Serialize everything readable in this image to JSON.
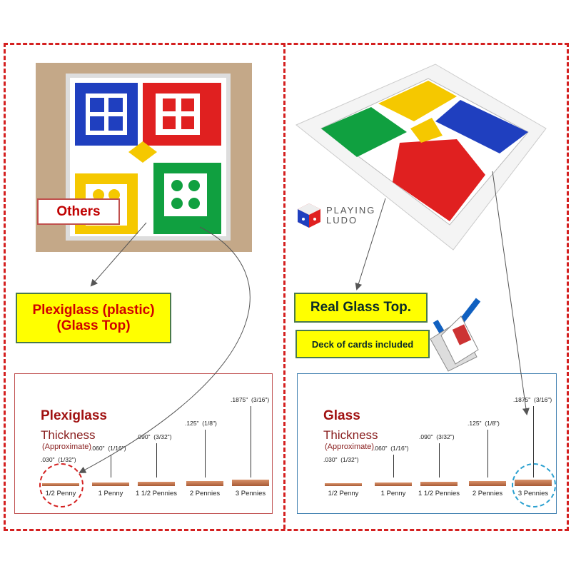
{
  "left": {
    "badge": "Others",
    "callout_line1": "Plexiglass (plastic)",
    "callout_line2": "(Glass Top)",
    "panel": {
      "title": "Plexiglass",
      "subtitle": "Thickness",
      "note": "(Approximate)",
      "highlight": 0,
      "highlight_color": "#d42020"
    }
  },
  "right": {
    "logo_line1": "PLAYING",
    "logo_line2": "LUDO",
    "callout": "Real Glass Top.",
    "extra": "Deck of cards included",
    "panel": {
      "title": "Glass",
      "subtitle": "Thickness",
      "note": "(Approximate)",
      "highlight": 4,
      "highlight_color": "#2aa0d0"
    }
  },
  "thickness": [
    {
      "value": ".030\"",
      "fraction": "(1/32\")",
      "label": "1/2 Penny",
      "inches": 0.03
    },
    {
      "value": ".060\"",
      "fraction": "(1/16\")",
      "label": "1 Penny",
      "inches": 0.06
    },
    {
      "value": ".090\"",
      "fraction": "(3/32\")",
      "label": "1 1/2 Pennies",
      "inches": 0.09
    },
    {
      "value": ".125\"",
      "fraction": "(1/8\")",
      "label": "2 Pennies",
      "inches": 0.125
    },
    {
      "value": ".1875\"",
      "fraction": "(3/16\")",
      "label": "3 Pennies",
      "inches": 0.1875
    }
  ],
  "colors": {
    "red": "#e02020",
    "blue": "#1f3fbf",
    "green": "#10a040",
    "yellow": "#f5c800"
  }
}
